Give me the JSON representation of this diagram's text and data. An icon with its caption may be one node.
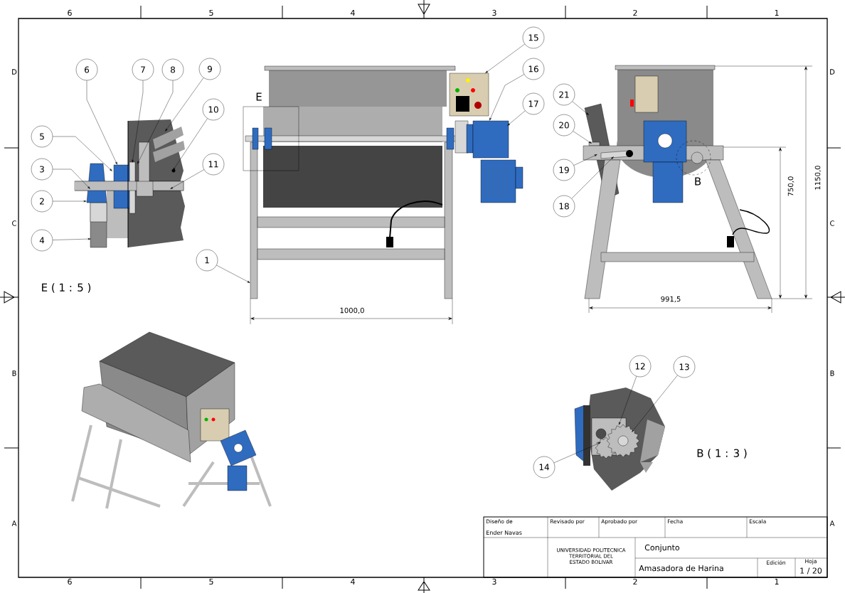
{
  "diagram": {
    "nodes": [
      {
        "text": [
          "1"
        ]
      },
      {
        "text": [
          "2"
        ]
      },
      {
        "text": [
          "3"
        ]
      },
      {
        "text": [
          "4"
        ]
      },
      {
        "text": [
          "5"
        ]
      },
      {
        "text": [
          "6"
        ]
      },
      {
        "text": [
          "7"
        ]
      },
      {
        "text": [
          "8"
        ]
      },
      {
        "text": [
          "9"
        ]
      },
      {
        "text": [
          "10"
        ]
      },
      {
        "text": [
          "11"
        ]
      },
      {
        "text": [
          "12"
        ]
      },
      {
        "text": [
          "13"
        ]
      },
      {
        "text": [
          "14"
        ]
      },
      {
        "text": [
          "15"
        ]
      },
      {
        "text": [
          "16"
        ]
      },
      {
        "text": [
          "17"
        ]
      },
      {
        "text": [
          "18"
        ]
      },
      {
        "text": [
          "19"
        ]
      },
      {
        "text": [
          "20"
        ]
      },
      {
        "text": [
          "21"
        ]
      }
    ],
    "edges": [
      {
        "from": 0,
        "to": null,
        "arrow": "to"
      },
      {
        "from": 1,
        "to": null,
        "arrow": "to"
      },
      {
        "from": 2,
        "to": null,
        "arrow": "to"
      },
      {
        "from": 3,
        "to": null,
        "arrow": "to"
      },
      {
        "from": 4,
        "to": null,
        "arrow": "to"
      },
      {
        "from": 5,
        "to": null,
        "arrow": "to"
      },
      {
        "from": 6,
        "to": null,
        "arrow": "to"
      },
      {
        "from": 7,
        "to": null,
        "arrow": "to"
      },
      {
        "from": 8,
        "to": null,
        "arrow": "to"
      },
      {
        "from": 9,
        "to": null,
        "arrow": "to"
      },
      {
        "from": 10,
        "to": null,
        "arrow": "to"
      },
      {
        "from": 11,
        "to": null,
        "arrow": "to"
      },
      {
        "from": 12,
        "to": null,
        "arrow": "to"
      },
      {
        "from": 13,
        "to": null,
        "arrow": "to"
      },
      {
        "from": 14,
        "to": null,
        "arrow": "to"
      },
      {
        "from": 15,
        "to": null,
        "arrow": "to"
      },
      {
        "from": 16,
        "to": null,
        "arrow": "to"
      },
      {
        "from": 17,
        "to": null,
        "arrow": "to"
      },
      {
        "from": 18,
        "to": null,
        "arrow": "to"
      },
      {
        "from": 19,
        "to": null,
        "arrow": "to"
      },
      {
        "from": 20,
        "to": null,
        "arrow": "to"
      }
    ],
    "labels": [
      "6",
      "5",
      "4",
      "3",
      "2",
      "1",
      "6",
      "5",
      "4",
      "3",
      "2",
      "1",
      "D",
      "C",
      "B",
      "A",
      "D",
      "C",
      "B",
      "A",
      "E",
      "B",
      "E ( 1 : 5 )",
      "B ( 1 : 3 )",
      "1000,0",
      "991,5",
      "750,0",
      "1150,0",
      "Diseño de",
      "Revisado por",
      "Aprobado por",
      "Fecha",
      "Escala",
      "Ender Navas",
      "UNIVERSIDAD POLITECNICA TERRITORIAL DEL ESTADO BOLIVAR",
      "Conjunto",
      "Edición",
      "Hoja",
      "Amasadora de Harina",
      "1 / 20"
    ]
  }
}
